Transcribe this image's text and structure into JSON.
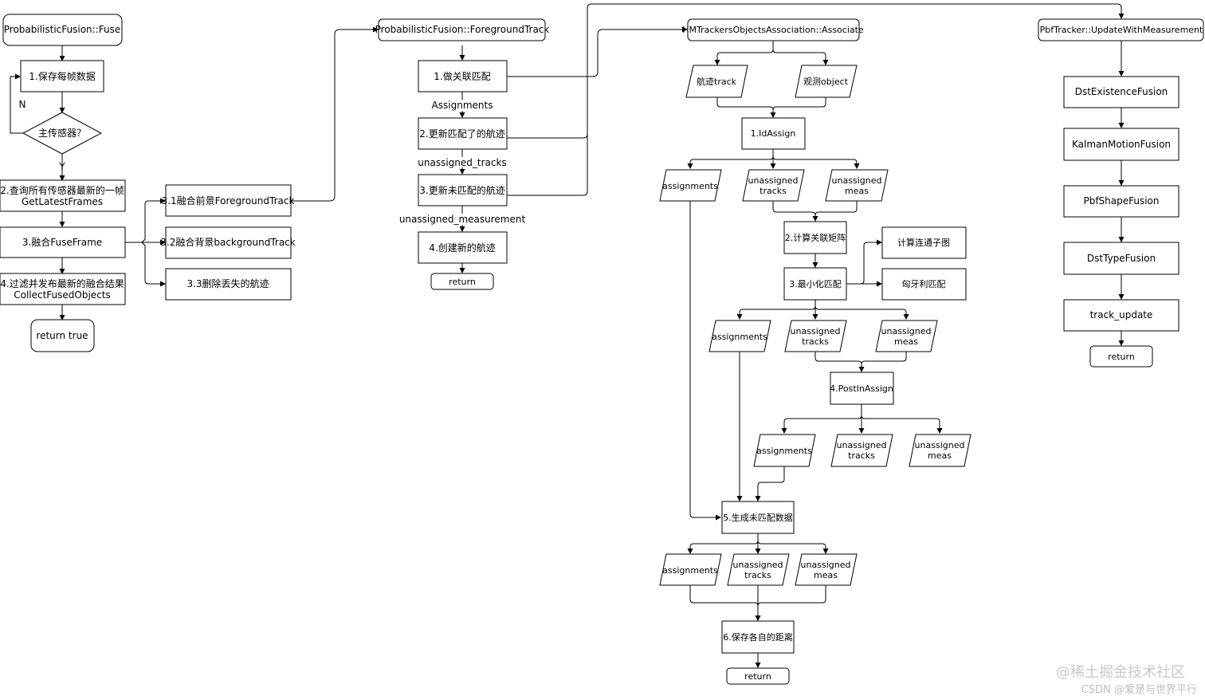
{
  "col1": {
    "fuse": "ProbabilisticFusion::Fuse",
    "save": "1.保存每帧数据",
    "main_sensor": "主传感器？",
    "n": "N",
    "y": "Y",
    "query1": "2.查询所有传感器最新的一帧",
    "query2": "GetLatestFrames",
    "fuse_frame": "3.融合FuseFrame",
    "filter1": "4.过滤并发布最新的融合结果",
    "filter2": "CollectFusedObjects",
    "ret": "return true"
  },
  "col2": {
    "fg": "3.1融合前景ForegroundTrack",
    "bg": "3.2融合背景backgroundTrack",
    "del": "3.3删除丢失的航迹"
  },
  "col3": {
    "title": "ProbabilisticFusion::ForegroundTrack",
    "assoc": "1.做关联匹配",
    "l_assign": "Assignments",
    "upd_matched": "2.更新匹配了的航迹",
    "l_utracks": "unassigned_tracks",
    "upd_unmatched": "3.更新未匹配的航迹",
    "l_umeas": "unassigned_measurement",
    "create": "4.创建新的航迹",
    "ret": "return"
  },
  "col4": {
    "title": "HMTrackersObjectsAssociation::Associate",
    "track": "航迹track",
    "obj": "观测object",
    "id_assign": "1.IdAssign",
    "assignments": "assignments",
    "un_tracks_1": "unassigned",
    "un_tracks_2": "tracks",
    "un_meas_1": "unassigned",
    "un_meas_2": "meas",
    "calc": "2.计算关联矩阵",
    "conn": "计算连通子图",
    "minimize": "3.最小化匹配",
    "hung": "匈牙利匹配",
    "post": "4.PostInAssign",
    "gen": "5.生成未匹配数据",
    "save_dist": "6.保存各自的距离",
    "ret": "return"
  },
  "col5": {
    "title": "PbfTracker::UpdateWithMeasurement",
    "exist": "DstExistenceFusion",
    "kalman": "KalmanMotionFusion",
    "shape": "PbfShapeFusion",
    "type": "DstTypeFusion",
    "track_update": "track_update",
    "ret": "return"
  },
  "watermark": {
    "line1": "@稀土掘金技术社区",
    "line2": "CSDN @爱是与世界平行"
  }
}
